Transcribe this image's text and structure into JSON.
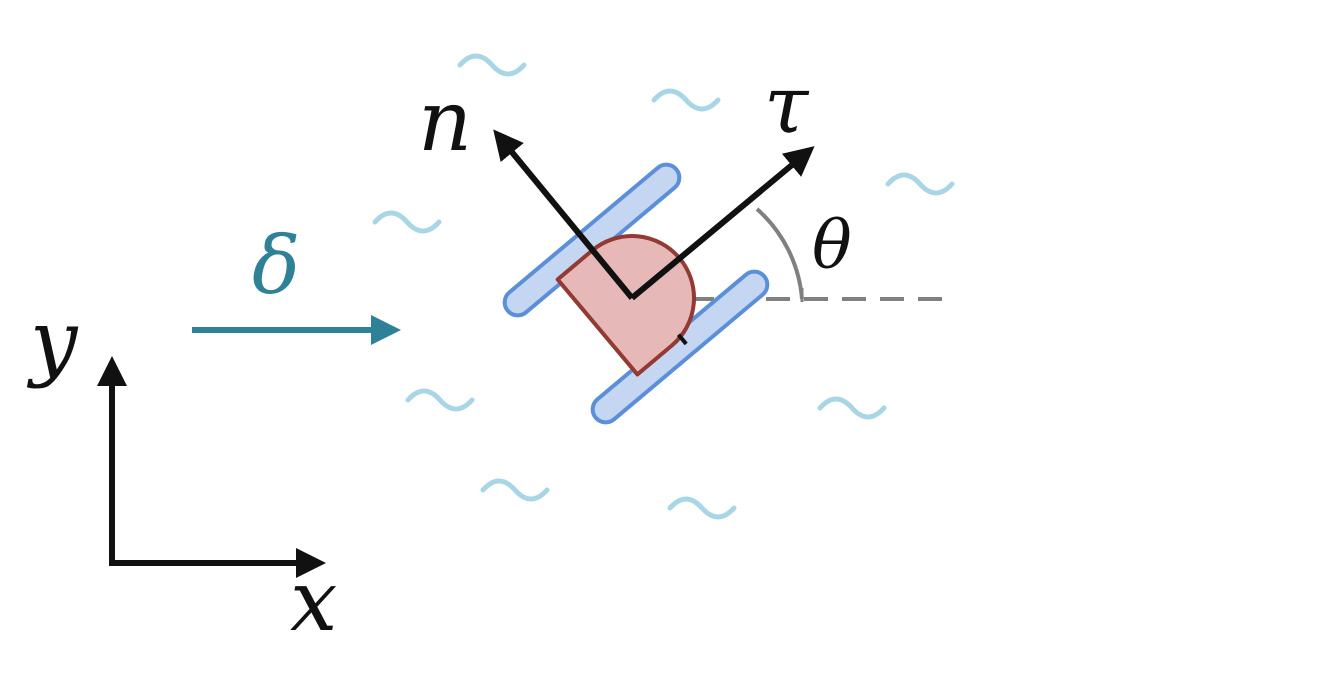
{
  "labels": {
    "x_axis": "x",
    "y_axis": "y",
    "disturbance": "δ",
    "normal": "n",
    "tangent": "τ",
    "angle": "θ"
  },
  "colors": {
    "axis": "#111111",
    "disturbance": "#2f8197",
    "wave": "#a9d6e5",
    "track_fill": "#c4d6f1",
    "track_stroke": "#5b8fd9",
    "body_fill": "#e6b9b8",
    "body_stroke": "#933a33",
    "reference": "#808080"
  },
  "icons": {
    "water": "tilde-wave-icon",
    "robot": "tracked-robot-icon"
  },
  "angle_deg": 40
}
